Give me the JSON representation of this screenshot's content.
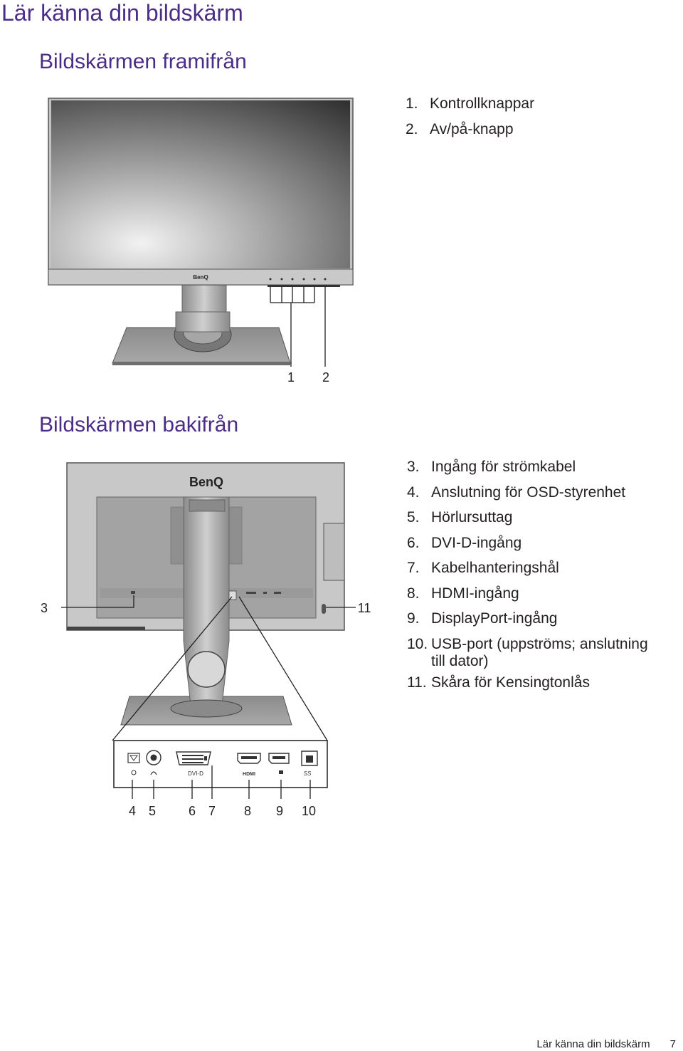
{
  "page": {
    "title": "Lär känna din bildskärm",
    "footer_text": "Lär känna din bildskärm",
    "page_number": "7"
  },
  "front": {
    "heading": "Bildskärmen framifrån",
    "logo": "BenQ",
    "items": [
      {
        "num": "1.",
        "label": "Kontrollknappar"
      },
      {
        "num": "2.",
        "label": "Av/på-knapp"
      }
    ],
    "callouts": [
      "1",
      "2"
    ]
  },
  "back": {
    "heading": "Bildskärmen bakifrån",
    "logo": "BenQ",
    "items": [
      {
        "num": "3.",
        "label": "Ingång för strömkabel"
      },
      {
        "num": "4.",
        "label": "Anslutning för OSD-styrenhet"
      },
      {
        "num": "5.",
        "label": "Hörlursuttag"
      },
      {
        "num": "6.",
        "label": "DVI-D-ingång"
      },
      {
        "num": "7.",
        "label": "Kabelhanteringshål"
      },
      {
        "num": "8.",
        "label": "HDMI-ingång"
      },
      {
        "num": "9.",
        "label": "DisplayPort-ingång"
      },
      {
        "num": "10.",
        "label": "USB-port (uppströms; anslutning till dator)"
      },
      {
        "num": "11.",
        "label": "Skåra för Kensingtonlås"
      }
    ],
    "callouts": [
      "3",
      "11",
      "4",
      "5",
      "6",
      "7",
      "8",
      "9",
      "10"
    ],
    "port_labels": {
      "dvi": "DVI-D",
      "hdmi": "HDMI",
      "usb": "SS"
    }
  },
  "colors": {
    "heading": "#4b2d86",
    "text": "#231f20",
    "bezel": "#b8b8b8",
    "screen_dark": "#3a3a3a",
    "screen_light": "#e8e8e8"
  }
}
